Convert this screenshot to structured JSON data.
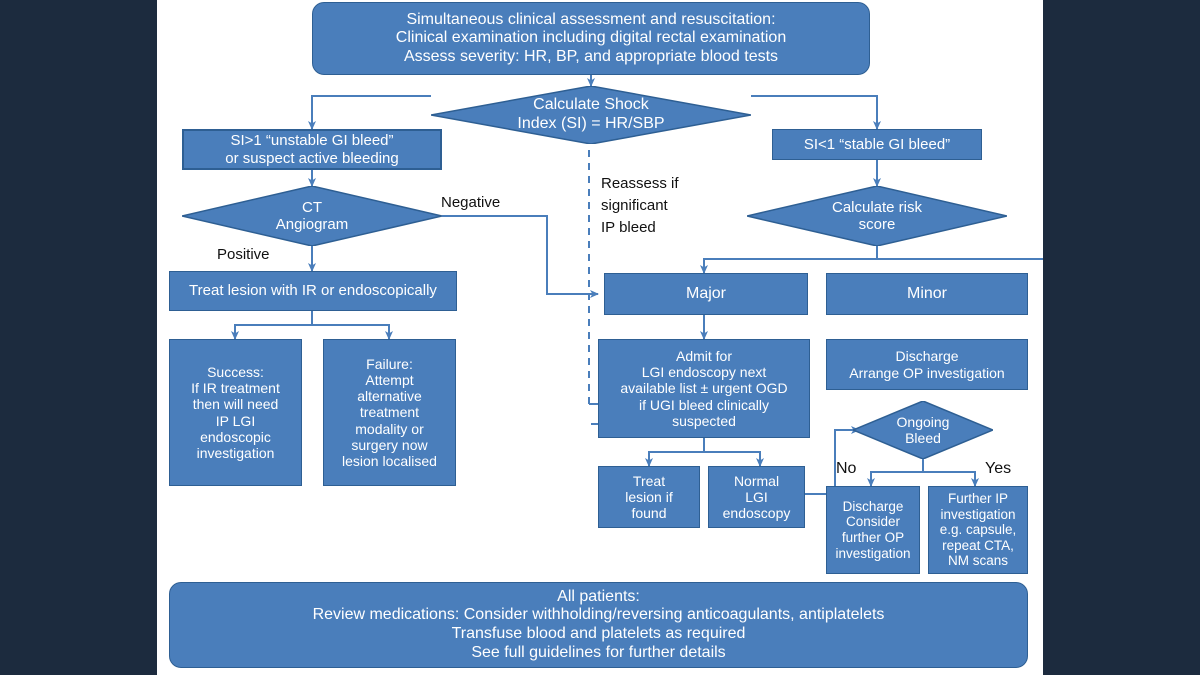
{
  "figure": {
    "title": "Lower GI bleeding management flowchart",
    "frame_color": "#1c2b3e",
    "panel_color": "#ffffff",
    "node_fill": "#4a7ebb",
    "node_border": "#2e5f93",
    "connector_color": "#4a7ebb",
    "label_color": "#111111"
  },
  "nodes": {
    "assessment": "Simultaneous clinical assessment and resuscitation:\nClinical examination including digital rectal examination\nAssess severity: HR, BP, and appropriate blood tests",
    "shock_index": "Calculate Shock\nIndex (SI) = HR/SBP",
    "si_high": "SI>1 “unstable GI bleed”\nor suspect active bleeding",
    "si_low": "SI<1 “stable GI bleed”",
    "ct_angiogram": "CT\nAngiogram",
    "treat_lesion_ir": "Treat lesion with IR or endoscopically",
    "success": "Success:\nIf IR treatment\nthen will need\nIP LGI\nendoscopic\ninvestigation",
    "failure": "Failure:\nAttempt\nalternative\ntreatment\nmodality or\nsurgery now\nlesion localised",
    "risk_score": "Calculate risk\nscore",
    "major": "Major",
    "minor": "Minor",
    "admit": "Admit for\nLGI endoscopy next\navailable  list ± urgent OGD\nif UGI bleed clinically\nsuspected",
    "discharge_op": "Discharge\nArrange OP investigation",
    "treat_if_found": "Treat\nlesion if\nfound",
    "normal_lgi": "Normal\nLGI\nendoscopy",
    "ongoing_bleed": "Ongoing\nBleed",
    "discharge_consider": "Discharge\nConsider\nfurther OP\ninvestigation",
    "further_ip": "Further IP\ninvestigation\ne.g. capsule,\nrepeat CTA,\nNM scans",
    "all_patients": "All patients:\nReview medications: Consider withholding/reversing anticoagulants, antiplatelets\nTransfuse blood and platelets as required\nSee full guidelines for further details"
  },
  "edge_labels": {
    "negative": "Negative",
    "positive": "Positive",
    "reassess": "Reassess if\nsignificant\nIP bleed",
    "no": "No",
    "yes": "Yes"
  }
}
